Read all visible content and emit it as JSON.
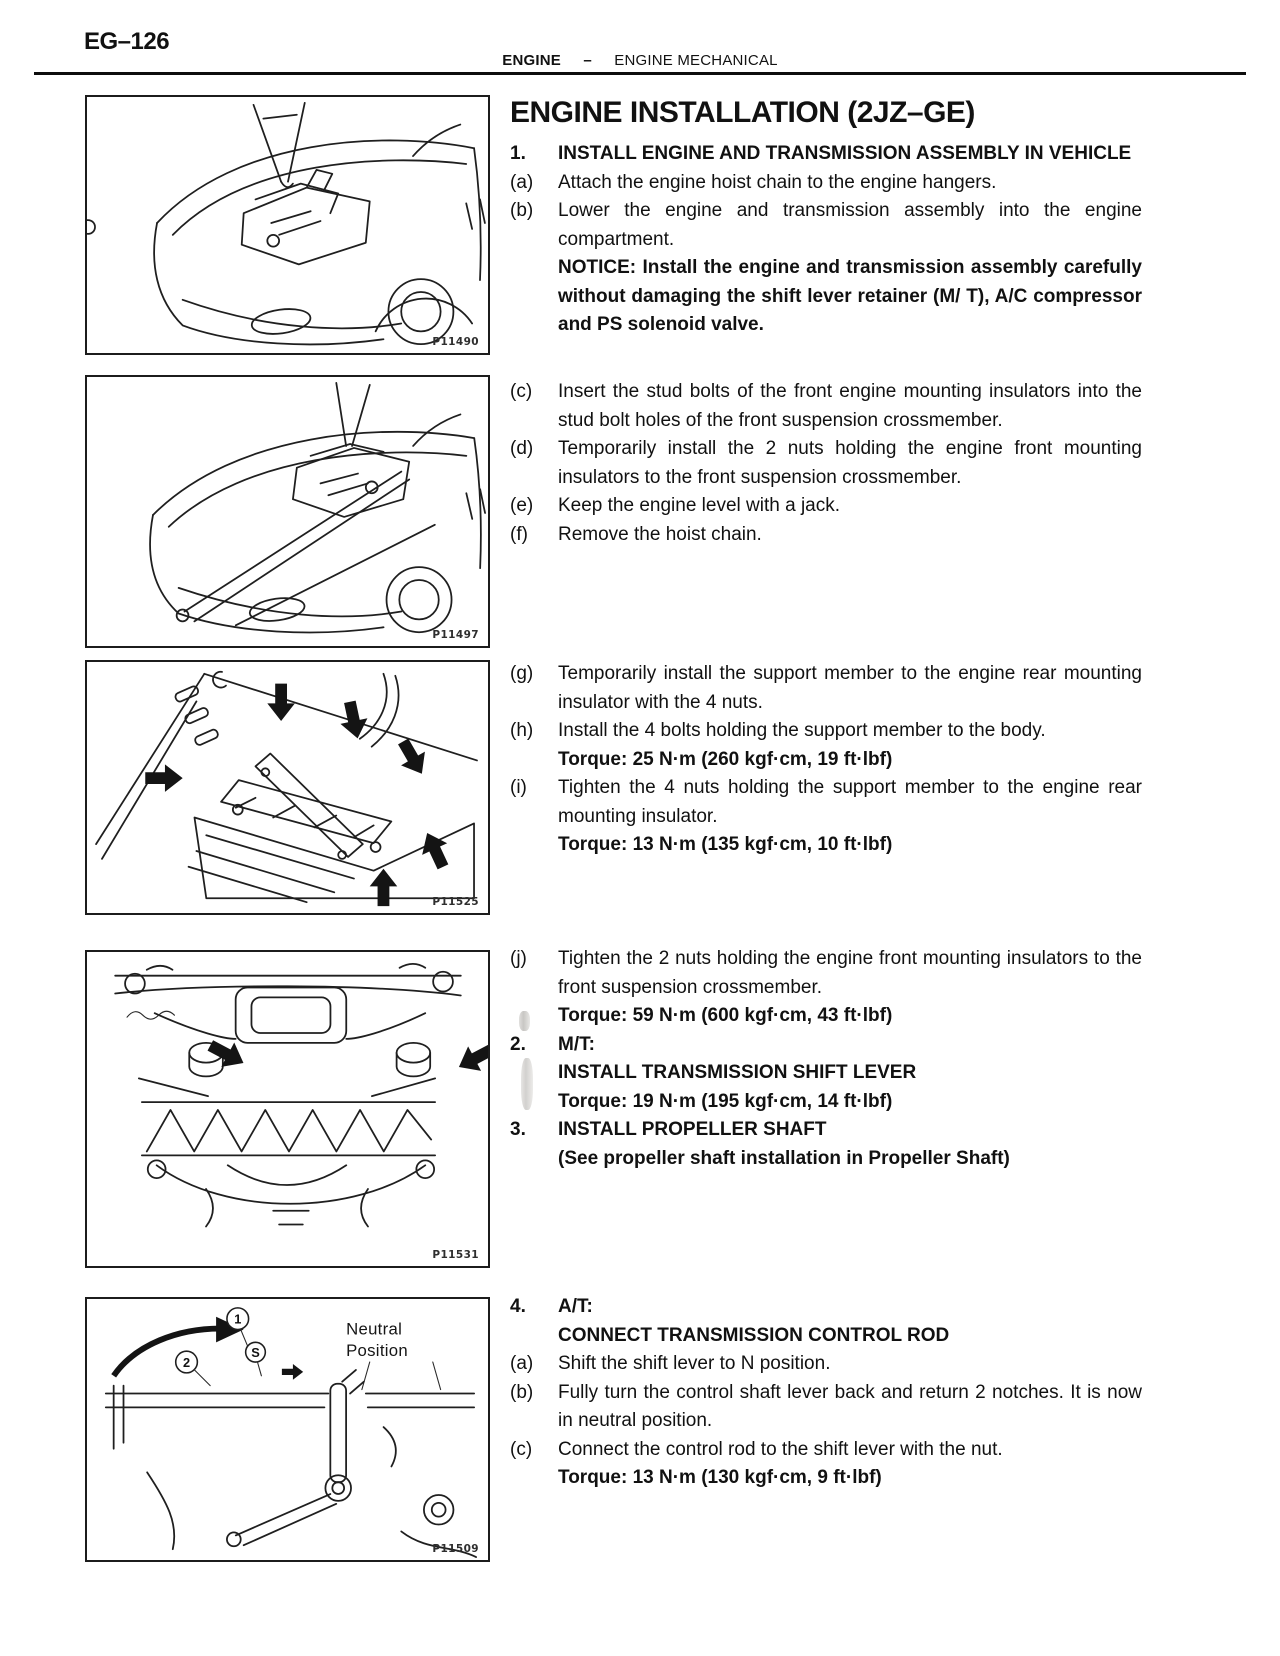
{
  "header": {
    "page_number": "EG–126",
    "section": "ENGINE",
    "separator": "–",
    "subsection": "ENGINE MECHANICAL"
  },
  "title": "ENGINE INSTALLATION (2JZ–GE)",
  "figures": [
    {
      "label": "P11490"
    },
    {
      "label": "P11497"
    },
    {
      "label": "P11525"
    },
    {
      "label": "P11531"
    },
    {
      "label": "P11509",
      "annotation_line1": "Neutral",
      "annotation_line2": "Position",
      "callouts": [
        "1",
        "2",
        "S"
      ]
    }
  ],
  "sections": [
    {
      "items": [
        {
          "m": "1.",
          "t": "INSTALL ENGINE AND TRANSMISSION ASSEMBLY IN VEHICLE",
          "b": true
        },
        {
          "m": "(a)",
          "t": "Attach the engine hoist chain to the engine hangers.",
          "b": false
        },
        {
          "m": "(b)",
          "t": "Lower the engine and transmission assembly into the engine compartment.",
          "b": false
        },
        {
          "m": "",
          "t": "NOTICE: Install the engine and transmission assembly carefully without damaging the shift lever retainer (M/ T), A/C compressor and PS solenoid valve.",
          "b": true
        }
      ]
    },
    {
      "items": [
        {
          "m": "(c)",
          "t": "Insert the stud bolts of the front engine mounting insulators into the stud bolt holes of the front suspension crossmember.",
          "b": false
        },
        {
          "m": "(d)",
          "t": "Temporarily install the 2 nuts holding the engine front mounting insulators to the front suspension crossmember.",
          "b": false
        },
        {
          "m": "(e)",
          "t": "Keep the engine level with a jack.",
          "b": false
        },
        {
          "m": "(f)",
          "t": "Remove the hoist chain.",
          "b": false
        }
      ]
    },
    {
      "items": [
        {
          "m": "(g)",
          "t": "Temporarily install the support member to the engine rear mounting insulator with the 4 nuts.",
          "b": false
        },
        {
          "m": "(h)",
          "t": "Install the 4 bolts holding the support member to the body.",
          "b": false
        },
        {
          "m": "",
          "t": "Torque: 25 N·m (260 kgf·cm, 19 ft·lbf)",
          "b": true
        },
        {
          "m": "(i)",
          "t": "Tighten the 4 nuts holding the support member to the engine rear mounting insulator.",
          "b": false
        },
        {
          "m": "",
          "t": "Torque: 13 N·m (135 kgf·cm, 10 ft·lbf)",
          "b": true
        }
      ]
    },
    {
      "items": [
        {
          "m": "(j)",
          "t": "Tighten the 2 nuts holding the engine front mounting insulators to the front suspension crossmember.",
          "b": false
        },
        {
          "m": "",
          "t": "Torque: 59 N·m (600 kgf·cm, 43 ft·lbf)",
          "b": true
        },
        {
          "m": "2.",
          "t": "M/T:",
          "b": true
        },
        {
          "m": "",
          "t": "INSTALL TRANSMISSION SHIFT LEVER",
          "b": true
        },
        {
          "m": "",
          "t": "Torque: 19 N·m (195 kgf·cm, 14 ft·lbf)",
          "b": true
        },
        {
          "m": "3.",
          "t": "INSTALL PROPELLER SHAFT",
          "b": true
        },
        {
          "m": "",
          "t": "(See propeller shaft installation in Propeller Shaft)",
          "b": true
        }
      ]
    },
    {
      "items": [
        {
          "m": "4.",
          "t": "A/T:",
          "b": true
        },
        {
          "m": "",
          "t": "CONNECT TRANSMISSION CONTROL ROD",
          "b": true
        },
        {
          "m": "(a)",
          "t": "Shift the shift lever to N position.",
          "b": false
        },
        {
          "m": "(b)",
          "t": "Fully turn the control shaft lever back and return 2 notches. It is now in neutral position.",
          "b": false
        },
        {
          "m": "(c)",
          "t": "Connect the control rod to the shift lever with the nut.",
          "b": false
        },
        {
          "m": "",
          "t": "Torque: 13 N·m (130 kgf·cm, 9 ft·lbf)",
          "b": true
        }
      ]
    }
  ]
}
